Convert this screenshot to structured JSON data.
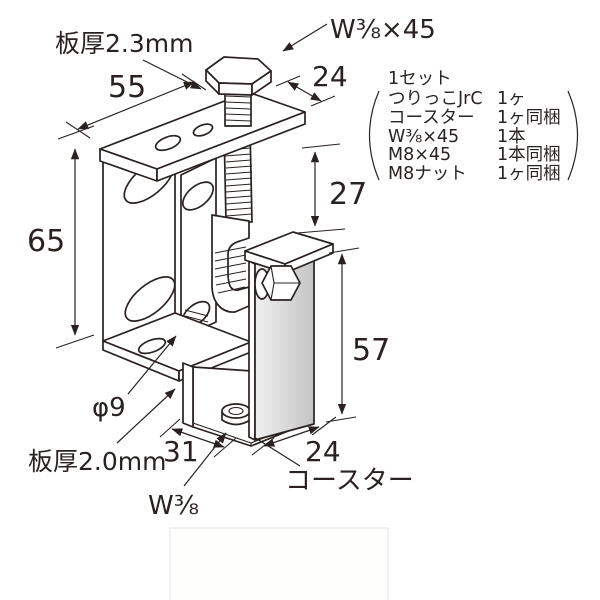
{
  "drawing": {
    "labels": {
      "plate_thickness_top": "板厚2.3mm",
      "bolt_spec": "W⅜×45",
      "hole_diameter": "φ9",
      "plate_thickness_bottom": "板厚2.0mm",
      "nut_spec": "W⅜",
      "coaster": "コースター"
    },
    "dimensions": {
      "top_plate_depth": "55",
      "top_plate_width": "24",
      "body_height": "65",
      "throat_gap": "27",
      "coaster_height": "57",
      "channel_width": "31",
      "coaster_width": "24"
    },
    "parts_list": {
      "header": "1セット",
      "items": [
        {
          "name": "つりっこJrC",
          "qty": "1ヶ"
        },
        {
          "name": "コースター",
          "qty": "1ヶ同梱"
        },
        {
          "name": "W⅜×45",
          "qty": "1本"
        },
        {
          "name": "M8×45",
          "qty": "1本同梱"
        },
        {
          "name": "M8ナット",
          "qty": "1ヶ同梱"
        }
      ]
    },
    "colors": {
      "ink": "#2a2220",
      "shade": "#c6c6c6",
      "paper": "#ffffff"
    }
  }
}
